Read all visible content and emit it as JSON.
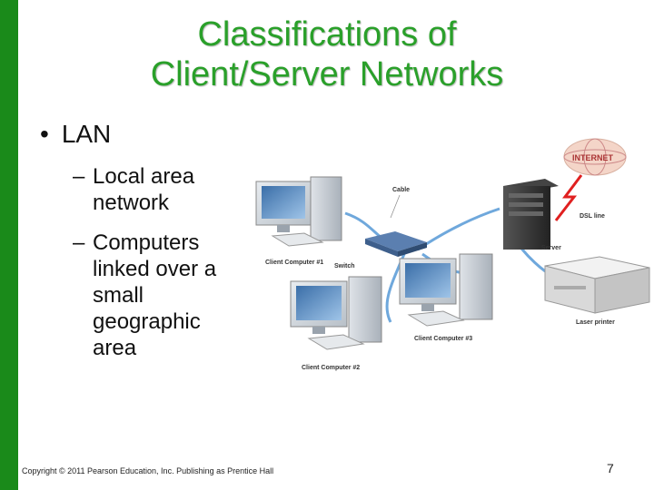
{
  "slide": {
    "title_line1": "Classifications of",
    "title_line2": "Client/Server Networks",
    "bullet": "LAN",
    "bullet_marker": "•",
    "dash": "–",
    "sub_items": [
      "Local area network",
      "Computers linked over a small geographic area"
    ],
    "footer": "Copyright © 2011 Pearson Education, Inc. Publishing as Prentice Hall",
    "page_number": "7"
  },
  "diagram": {
    "labels": {
      "internet": "INTERNET",
      "cable": "Cable",
      "dsl": "DSL line",
      "server": "Server",
      "switch": "Switch",
      "client1": "Client Computer #1",
      "client2": "Client Computer #2",
      "client3": "Client Computer #3",
      "printer": "Laser printer"
    }
  },
  "colors": {
    "accent_green": "#2aa02a",
    "bar_green": "#1a8a1a",
    "cable_blue": "#6fa8dc"
  }
}
